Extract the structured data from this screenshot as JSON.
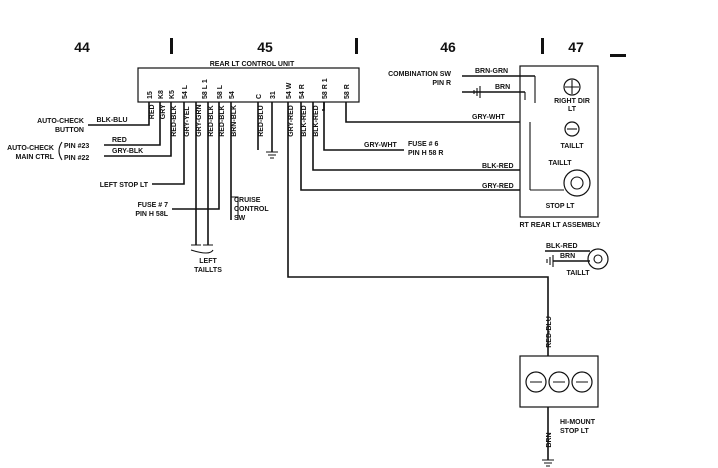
{
  "sections": [
    "44",
    "45",
    "46",
    "47"
  ],
  "unit": {
    "title": "REAR LT CONTROL UNIT",
    "pins": [
      "15",
      "K8",
      "K5",
      "54 L",
      "58 L 1",
      "58 L",
      "54",
      "C",
      "31",
      "54 W",
      "54 R",
      "58 R 1",
      "58 R"
    ]
  },
  "left": {
    "auto_check_button": [
      "AUTO-CHECK",
      "BUTTON"
    ],
    "auto_check_ctrl": [
      "AUTO-CHECK",
      "MAIN CTRL"
    ],
    "pin23": "PIN #23",
    "pin22": "PIN #22",
    "wire_blk_blu": "BLK-BLU",
    "wire_red": "RED",
    "wire_gry_blk": "GRY-BLK",
    "left_stop": "LEFT STOP LT",
    "fuse7": [
      "FUSE # 7",
      "PIN H 58L"
    ],
    "cruise": [
      "CRUISE",
      "CONTROL",
      "SW"
    ],
    "left_taillts": [
      "LEFT",
      "TAILLTS"
    ]
  },
  "vertical_wires": [
    "RED",
    "GRY",
    "RED-BLK",
    "GRY-YEL",
    "GRY-GRN",
    "RED-BLK",
    "RED-BLK",
    "BRN-BLK",
    "RED-BLU",
    "GRY-RED",
    "BLK-RED",
    "BLK-RED"
  ],
  "right": {
    "combination_sw": [
      "COMBINATION SW",
      "PIN R"
    ],
    "wire_brn_grn": "BRN-GRN",
    "wire_brn": "BRN",
    "right_dir": [
      "RIGHT DIR",
      "LT"
    ],
    "wire_gry_wht": "GRY-WHT",
    "taillt": "TAILLT",
    "fuse6": [
      "FUSE # 6",
      "PIN H 58 R"
    ],
    "wire_blk_red": "BLK-RED",
    "wire_gry_red": "GRY-RED",
    "stop_lt": "STOP LT",
    "rt_rear_assembly": "RT REAR LT ASSEMBLY",
    "red_blu": "RED-BLU",
    "hi_mount": [
      "HI-MOUNT",
      "STOP LT"
    ],
    "bottom_brn": "BRN"
  }
}
